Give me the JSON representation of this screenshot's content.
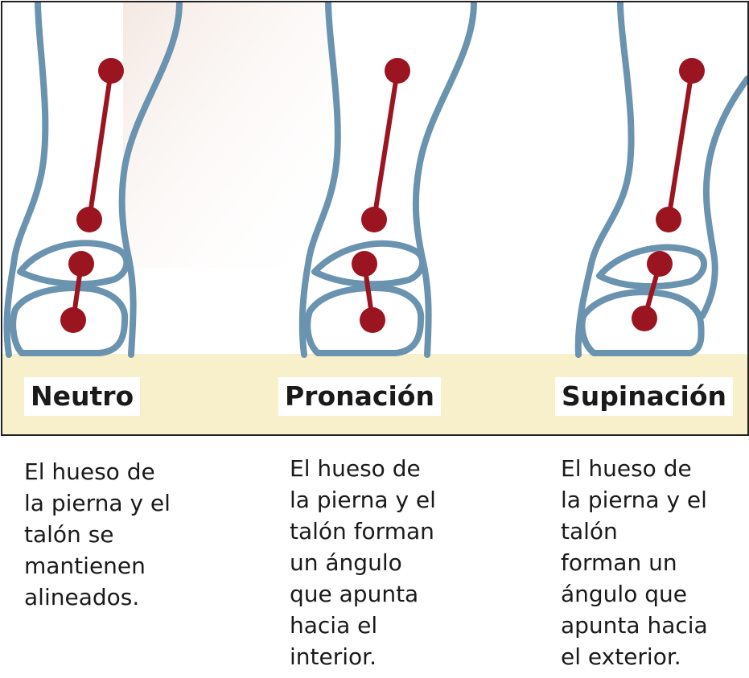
{
  "colors": {
    "bone_outline": "#6a93b0",
    "marker": "#9b1520",
    "ground": "#f8efcb",
    "border": "#222222"
  },
  "panels": [
    {
      "title": "Neutro",
      "description": "El hueso de\nla pierna y el\ntalón se\nmantienen\nalineados."
    },
    {
      "title": "Pronación",
      "description": "El hueso de\nla pierna y el\ntalón forman\nun ángulo\nque apunta\nhacia el\ninterior."
    },
    {
      "title": "Supinación",
      "description": "El hueso de\nla pierna y el\ntalón\nforman un\nángulo que\napunta hacia\nel exterior."
    }
  ]
}
